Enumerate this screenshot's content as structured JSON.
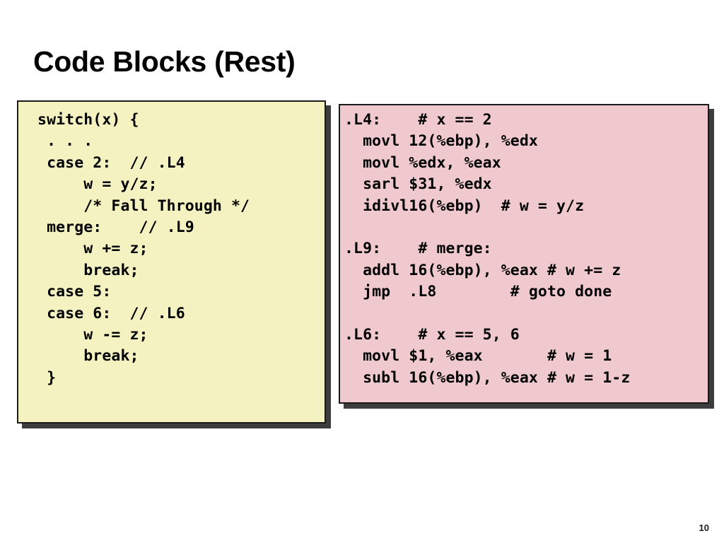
{
  "slide": {
    "title": "Code Blocks (Rest)",
    "page_number": "10",
    "background_color": "#ffffff"
  },
  "c_block": {
    "name": "switch-statement-source",
    "background_color": "#f4f2c1",
    "border_color": "#1a1a1a",
    "shadow_color": "#3d3d3d",
    "language": "c",
    "lines": [
      " switch(x) {",
      "  . . .",
      "  case 2:  // .L4",
      "      w = y/z;",
      "      /* Fall Through */",
      "  merge:    // .L9",
      "      w += z;",
      "      break;",
      "  case 5:",
      "  case 6:  // .L6",
      "      w -= z;",
      "      break;",
      "  }"
    ],
    "text": " switch(x) {\n  . . .\n  case 2:  // .L4\n      w = y/z;\n      /* Fall Through */\n  merge:    // .L9\n      w += z;\n      break;\n  case 5:\n  case 6:  // .L6\n      w -= z;\n      break;\n  }"
  },
  "asm_block": {
    "name": "assembly-listing",
    "background_color": "#efc9cd",
    "border_color": "#1a1a1a",
    "shadow_color": "#3d3d3d",
    "language": "x86-assembly",
    "lines": [
      ".L4:    # x == 2",
      "  movl 12(%ebp), %edx",
      "  movl %edx, %eax",
      "  sarl $31, %edx",
      "  idivl16(%ebp)  # w = y/z",
      "",
      ".L9:    # merge:",
      "  addl 16(%ebp), %eax # w += z",
      "  jmp  .L8        # goto done",
      "",
      ".L6:    # x == 5, 6",
      "  movl $1, %eax       # w = 1",
      "  subl 16(%ebp), %eax # w = 1-z"
    ],
    "text": ".L4:    # x == 2\n  movl 12(%ebp), %edx\n  movl %edx, %eax\n  sarl $31, %edx\n  idivl16(%ebp)  # w = y/z\n\n.L9:    # merge:\n  addl 16(%ebp), %eax # w += z\n  jmp  .L8        # goto done\n\n.L6:    # x == 5, 6\n  movl $1, %eax       # w = 1\n  subl 16(%ebp), %eax # w = 1-z"
  }
}
